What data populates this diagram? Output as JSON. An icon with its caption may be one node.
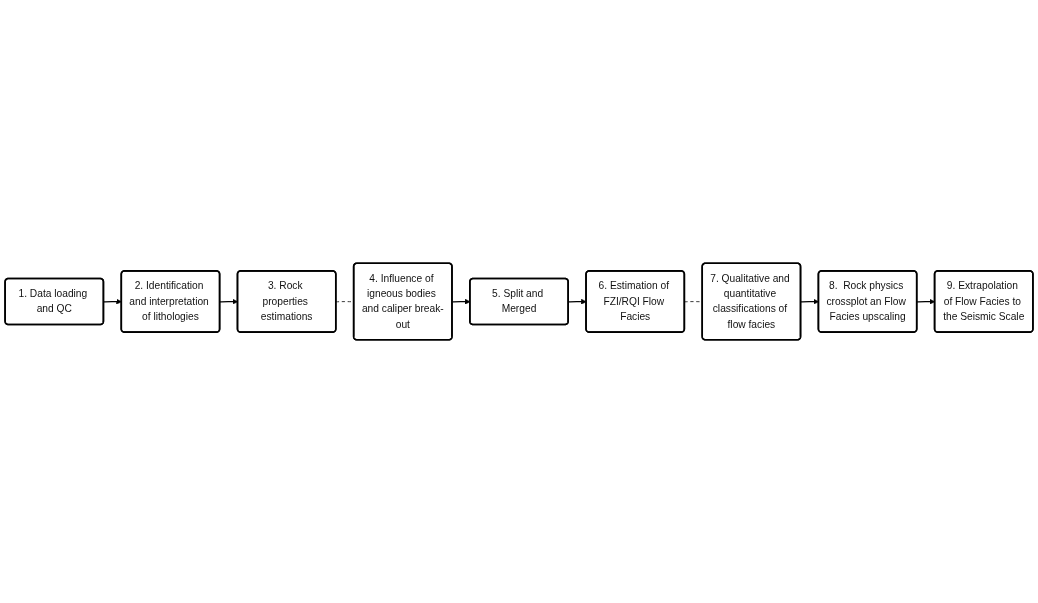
{
  "diagram": {
    "nodes": [
      {
        "text": [
          "1. Data loading and QC"
        ]
      },
      {
        "text": [
          "2. Identification and interpretation of lithologies"
        ]
      },
      {
        "text": [
          "3. Rock properties estimations"
        ]
      },
      {
        "text": [
          "4. Influence of igneous bodies and caliper break-out"
        ]
      },
      {
        "text": [
          "5. Split and Merged"
        ]
      },
      {
        "text": [
          "6. Estimation of FZI/RQI Flow Facies"
        ]
      },
      {
        "text": [
          "7. Qualitative and quantitative classifications of flow facies"
        ]
      },
      {
        "text": [
          "8.  Rock physics crossplot an Flow Facies upscaling"
        ]
      },
      {
        "text": [
          "9. Extrapolation of Flow Facies to the Seismic Scale"
        ]
      }
    ],
    "edges": [
      {
        "from": 0,
        "to": 1,
        "arrow": "to"
      },
      {
        "from": 1,
        "to": 2,
        "arrow": "to"
      },
      {
        "from": 2,
        "to": 3,
        "arrow": "none",
        "style": "dashed"
      },
      {
        "from": 3,
        "to": 4,
        "arrow": "to"
      },
      {
        "from": 4,
        "to": 5,
        "arrow": "to"
      },
      {
        "from": 5,
        "to": 6,
        "arrow": "none",
        "style": "dashed"
      },
      {
        "from": 6,
        "to": 7,
        "arrow": "to"
      },
      {
        "from": 7,
        "to": 8,
        "arrow": "to"
      }
    ]
  }
}
